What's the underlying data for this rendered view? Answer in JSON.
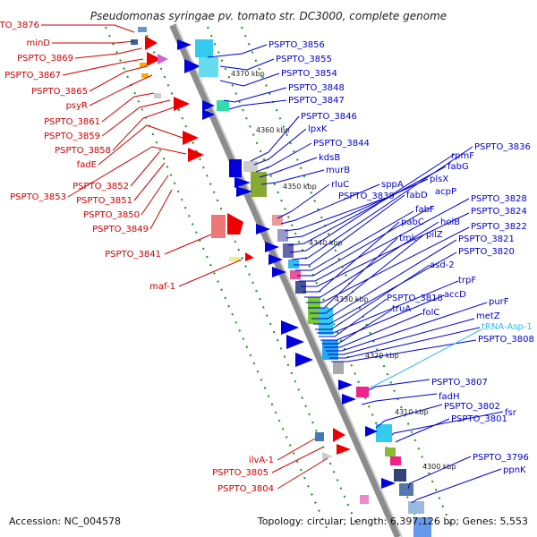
{
  "title": "Pseudomonas syringae pv. tomato str. DC3000, complete genome",
  "footer": {
    "accession": "Accession: NC_004578",
    "stats": "Topology: circular; Length: 6,397,126 bp; Genes: 5,553"
  },
  "colors": {
    "reverse_strand": "#ee0000",
    "forward_strand": "#0000dd",
    "trna": "#33bbee",
    "dotted_guide": "#119911"
  },
  "scale_labels": [
    "4370 kbp",
    "4360 kbp",
    "4350 kbp",
    "4340 kbp",
    "4330 kbp",
    "4320 kbp",
    "4310 kbp",
    "4300 kbp"
  ],
  "left_labels": [
    "PSPTO_3876",
    "minD",
    "PSPTO_3869",
    "PSPTO_3867",
    "PSPTO_3865",
    "psyR",
    "PSPTO_3861",
    "PSPTO_3859",
    "PSPTO_3858",
    "fadE",
    "PSPTO_3853",
    "PSPTO_3852",
    "PSPTO_3851",
    "PSPTO_3850",
    "PSPTO_3849",
    "PSPTO_3841",
    "maf-1",
    "ilvA-1",
    "PSPTO_3805",
    "PSPTO_3804"
  ],
  "right_labels": [
    "PSPTO_3856",
    "PSPTO_3855",
    "PSPTO_3854",
    "PSPTO_3848",
    "PSPTO_3847",
    "PSPTO_3846",
    "lpxK",
    "PSPTO_3844",
    "kdsB",
    "murB",
    "rluC",
    "sppA",
    "PSPTO_3839",
    "plsX",
    "fabG",
    "rpmF",
    "PSPTO_3836",
    "fabD",
    "acpP",
    "fabF",
    "PSPTO_3828",
    "PSPTO_3824",
    "pabC",
    "holB",
    "PSPTO_3822",
    "tmk",
    "pilZ",
    "PSPTO_3821",
    "PSPTO_3820",
    "asd-2",
    "trpF",
    "PSPTO_3818",
    "accD",
    "truA",
    "folC",
    "purF",
    "metZ",
    "tRNA-Asp-1",
    "PSPTO_3808",
    "PSPTO_3807",
    "fadH",
    "PSPTO_3802",
    "fsr",
    "PSPTO_3801",
    "PSPTO_3796",
    "ppnK"
  ]
}
